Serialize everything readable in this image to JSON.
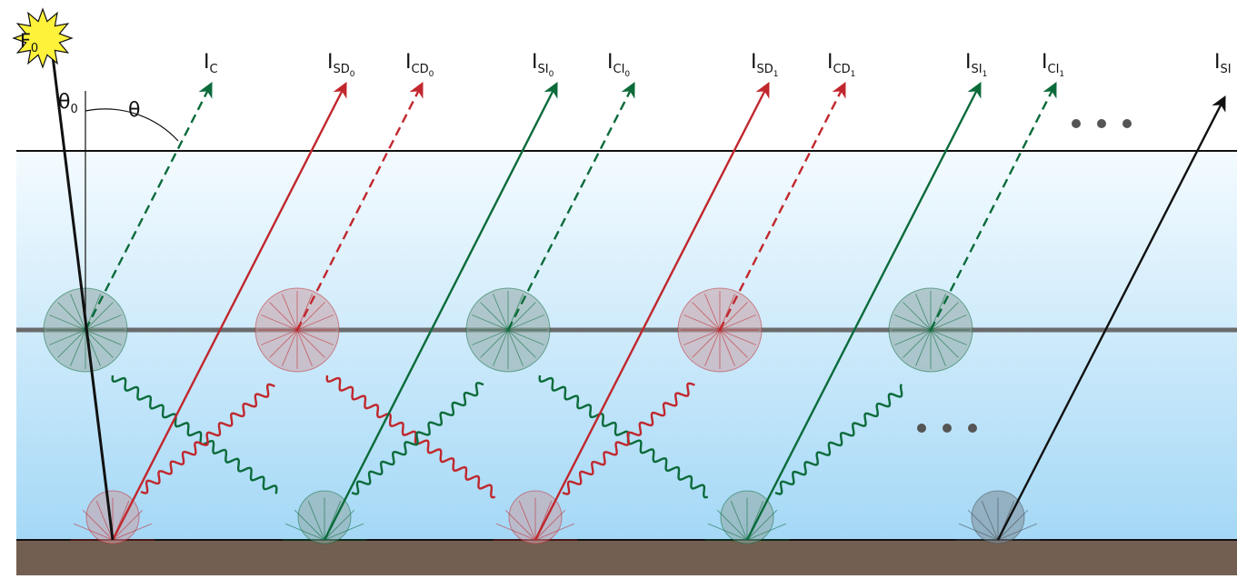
{
  "sun_label": {
    "main": "F",
    "sub": "0"
  },
  "angles": {
    "incident": {
      "main": "θ",
      "sub": "0"
    },
    "view": {
      "main": "θ"
    }
  },
  "beam_labels": [
    {
      "main": "I",
      "sub": "C",
      "sub2": ""
    },
    {
      "main": "I",
      "sub": "SD",
      "sub2": "0"
    },
    {
      "main": "I",
      "sub": "CD",
      "sub2": "0"
    },
    {
      "main": "I",
      "sub": "SI",
      "sub2": "0"
    },
    {
      "main": "I",
      "sub": "CI",
      "sub2": "0"
    },
    {
      "main": "I",
      "sub": "SD",
      "sub2": "1"
    },
    {
      "main": "I",
      "sub": "CD",
      "sub2": "1"
    },
    {
      "main": "I",
      "sub": "SI",
      "sub2": "1"
    },
    {
      "main": "I",
      "sub": "CI",
      "sub2": "1"
    },
    {
      "main": "I",
      "sub": "SI",
      "sub2": ""
    }
  ],
  "colors": {
    "green": "#0b6b3a",
    "red": "#c1272d",
    "black": "#111111",
    "ground": "#735f52",
    "mid_layer": "#6b6b6b",
    "sky_top": "#f4fbff",
    "sky_bottom": "#a4d8f6",
    "sun_fill": "#fff23a",
    "disk_green_fill": "#8fa8a4",
    "disk_red_fill": "#c9a0a6",
    "disk_dark_fill": "#7f8e98"
  }
}
